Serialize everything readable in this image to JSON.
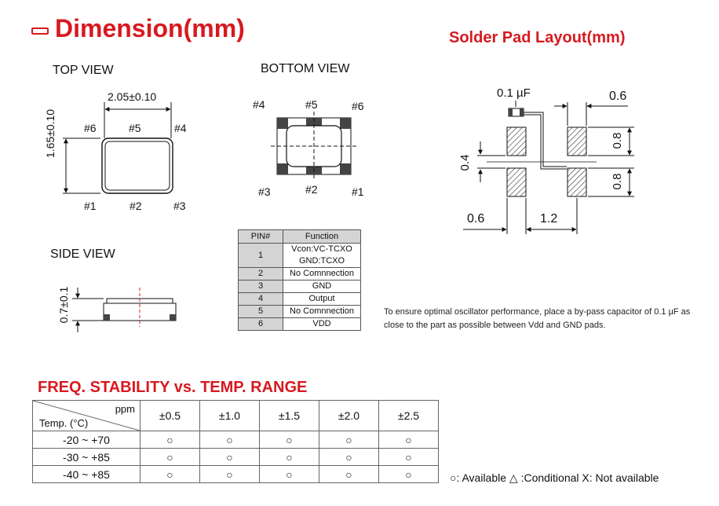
{
  "titles": {
    "dimension": "Dimension(mm)",
    "solder_pad": "Solder Pad Layout(mm)",
    "freq_stability": "FREQ. STABILITY vs. TEMP. RANGE"
  },
  "views": {
    "top": "TOP VIEW",
    "bottom": "BOTTOM VIEW",
    "side": "SIDE VIEW"
  },
  "top_view": {
    "width_dim": "2.05±0.10",
    "height_dim": "1.65±0.10",
    "pins_top": [
      "#6",
      "#5",
      "#4"
    ],
    "pins_bottom": [
      "#1",
      "#2",
      "#3"
    ]
  },
  "bottom_view": {
    "pins_top": [
      "#4",
      "#5",
      "#6"
    ],
    "pins_bottom": [
      "#3",
      "#2",
      "#1"
    ]
  },
  "side_view": {
    "height_dim": "0.7±0.1"
  },
  "pad_layout": {
    "cap_label": "0.1 µF",
    "dim_top_right": "0.6",
    "dim_left": "0.4",
    "dim_right_upper": "0.8",
    "dim_right_lower": "0.8",
    "dim_bottom_left": "0.6",
    "dim_bottom_mid": "1.2"
  },
  "pin_table": {
    "headers": [
      "PIN#",
      "Function"
    ],
    "rows": [
      {
        "pin": "1",
        "function_lines": [
          "Vcon:VC-TCXO",
          "GND:TCXO"
        ]
      },
      {
        "pin": "2",
        "function_lines": [
          "No Comnnection"
        ]
      },
      {
        "pin": "3",
        "function_lines": [
          "GND"
        ]
      },
      {
        "pin": "4",
        "function_lines": [
          "Output"
        ]
      },
      {
        "pin": "5",
        "function_lines": [
          "No Comnnection"
        ]
      },
      {
        "pin": "6",
        "function_lines": [
          "VDD"
        ]
      }
    ]
  },
  "note": "To ensure optimal oscillator performance, place a by-pass capacitor of 0.1 µF as close to the part as possible between Vdd and GND pads.",
  "stability_table": {
    "corner_top": "ppm",
    "corner_bottom": "Temp. (°C)",
    "columns": [
      "±0.5",
      "±1.0",
      "±1.5",
      "±2.0",
      "±2.5"
    ],
    "rows": [
      {
        "range": "-20 ~ +70",
        "values": [
          "○",
          "○",
          "○",
          "○",
          "○"
        ]
      },
      {
        "range": "-30 ~ +85",
        "values": [
          "○",
          "○",
          "○",
          "○",
          "○"
        ]
      },
      {
        "range": "-40 ~ +85",
        "values": [
          "○",
          "○",
          "○",
          "○",
          "○"
        ]
      }
    ]
  },
  "legend": "○: Available  △ :Conditional  X: Not available",
  "colors": {
    "accent": "#d71920"
  }
}
